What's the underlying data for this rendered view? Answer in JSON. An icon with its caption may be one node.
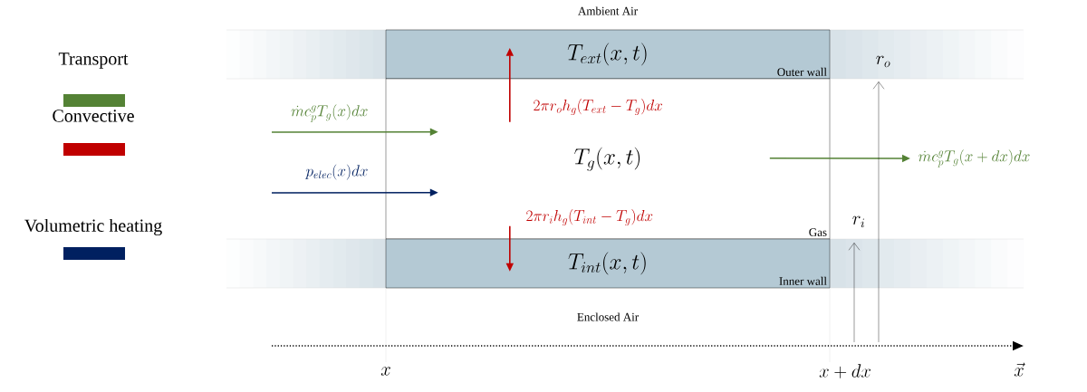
{
  "diagram": {
    "nodes": [
      {
        "text": [
          "T_{ext}(x,t)",
          "Outer wall"
        ]
      },
      {
        "text": [
          "T_g(x,t)",
          "Gas"
        ]
      },
      {
        "text": [
          "T_{int}(x,t)",
          "Inner wall"
        ]
      }
    ],
    "edges": [
      {
        "from": 1,
        "to": 0,
        "arrow": "to",
        "label": "2\\pi r_o h_g(T_{ext}-T_g)dx",
        "color": "#c00000"
      },
      {
        "from": null,
        "to": 1,
        "arrow": "to",
        "label": "\\dot{m} c_p^g T_g(x)dx",
        "color": "#548235"
      },
      {
        "from": null,
        "to": 1,
        "arrow": "to",
        "label": "p_{elec}(x)dx",
        "color": "#002060"
      },
      {
        "from": 1,
        "to": null,
        "arrow": "to",
        "label": "\\dot{m} c_p^g T_g(x+dx)dx",
        "color": "#548235"
      },
      {
        "from": 1,
        "to": 2,
        "arrow": "to",
        "label": "2\\pi r_i h_g(T_{int}-T_g)dx",
        "color": "#c00000"
      }
    ],
    "labels": [
      "Ambient Air",
      "Enclosed Air",
      "r_o",
      "r_i",
      "x",
      "x+dx",
      "\\vec{x}"
    ],
    "legend": [
      {
        "text": "Transport",
        "color": "#548235"
      },
      {
        "text": "Convective",
        "color": "#c00000"
      },
      {
        "text": "Volumetric heating",
        "color": "#002060"
      }
    ]
  }
}
